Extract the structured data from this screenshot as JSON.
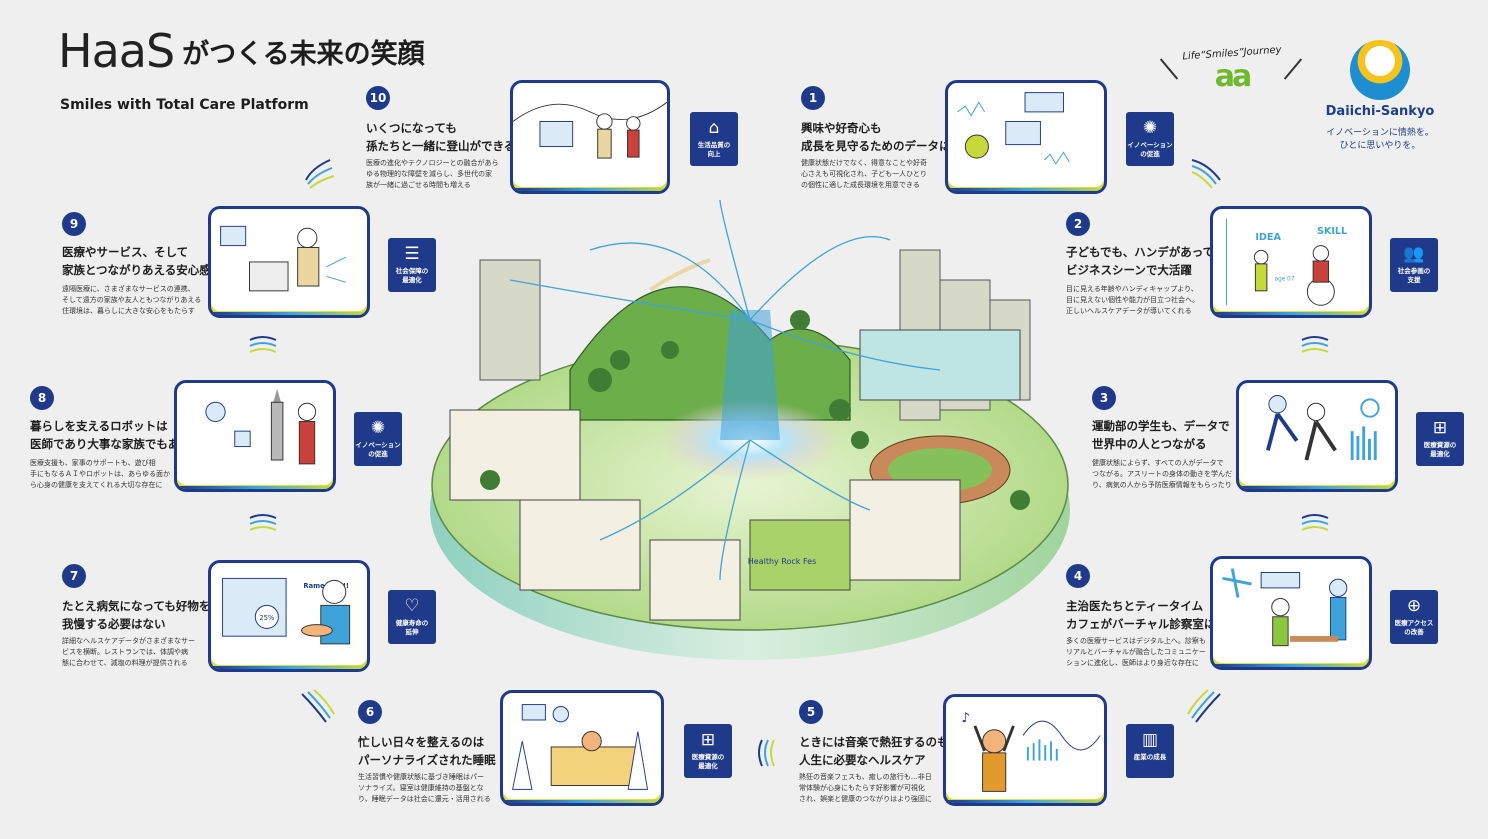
{
  "header": {
    "logo_word": "HaaS",
    "title": "がつくる未来の笑顔",
    "tagline": "Smiles with Total Care Platform"
  },
  "journey": {
    "text": "Life“Smiles”Journey",
    "mark": "aa"
  },
  "corporate": {
    "name": "Daiichi-Sankyo",
    "slogan_1": "イノベーションに情熱を。",
    "slogan_2": "ひとに思いやりを。"
  },
  "items": [
    {
      "number": "1",
      "title": "興味や好奇心も\n成長を見守るためのデータに",
      "desc": "健康状態だけでなく、得意なことや好奇\n心さえも可視化され、子ども一人ひとり\nの個性に適した成長環境を用意できる",
      "badge_label": "イノベーション\nの促進",
      "badge_icon": "lightbulb-icon"
    },
    {
      "number": "2",
      "title": "子どもでも、ハンデがあっても\nビジネスシーンで大活躍",
      "desc": "目に見える年齢やハンディキャップより、\n目に見えない個性や能力が目立つ社会へ。\n正しいヘルスケアデータが導いてくれる",
      "badge_label": "社会参画の\n支援",
      "badge_icon": "people-icon"
    },
    {
      "number": "3",
      "title": "運動部の学生も、データで\n世界中の人とつながる",
      "desc": "健康状態によらず、すべての人がデータで\nつながる。アスリートの身体の動きを学んだ\nり、病気の人から予防医療情報をもらったり",
      "badge_label": "医療資源の\n最適化",
      "badge_icon": "hierarchy-icon"
    },
    {
      "number": "4",
      "title": "主治医たちとティータイム\nカフェがバーチャル診察室に",
      "desc": "多くの医療サービスはデジタル上へ。診察も\nリアルとバーチャルが融合したコミュニケー\nションに進化し、医師はより身近な存在に",
      "badge_label": "医療アクセス\nの改善",
      "badge_icon": "medical-access-icon"
    },
    {
      "number": "5",
      "title": "ときには音楽で熱狂するのも\n人生に必要なヘルスケア",
      "desc": "熱狂の音楽フェスも、癒しの旅行も…非日\n常体験が心身にもたらす好影響が可視化\nされ、娯楽と健康のつながりはより強固に",
      "badge_label": "産業の成長",
      "badge_icon": "bar-chart-icon"
    },
    {
      "number": "6",
      "title": "忙しい日々を整えるのは\nパーソナライズされた睡眠",
      "desc": "生活習慣や健康状態に基づき睡眠はパー\nソナライズ。寝室は健康維持の基盤とな\nり、睡眠データは社会に還元・活用される",
      "badge_label": "医療資源の\n最適化",
      "badge_icon": "hierarchy-icon"
    },
    {
      "number": "7",
      "title": "たとえ病気になっても好物を\n我慢する必要はない",
      "desc": "詳細なヘルスケアデータがさまざまなサー\nビスを横断。レストランでは、体調や病\n態に合わせて、減塩の料理が提供される",
      "badge_label": "健康寿命の\n延伸",
      "badge_icon": "heart-graph-icon"
    },
    {
      "number": "8",
      "title": "暮らしを支えるロボットは\n医師であり大事な家族でもある",
      "desc": "医療支援も、家事のサポートも、遊び相\n手にもなるＡＩやロボットは、あらゆる面か\nら心身の健康を支えてくれる大切な存在に",
      "badge_label": "イノベーション\nの促進",
      "badge_icon": "lightbulb-icon"
    },
    {
      "number": "9",
      "title": "医療やサービス、そして\n家族とつながりあえる安心感",
      "desc": "遠隔医療に、さまざまなサービスの連携、\nそして遠方の家族や友人ともつながりあえる\n住環境は、暮らしに大きな安心をもたらす",
      "badge_label": "社会保障の\n最適化",
      "badge_icon": "coins-icon"
    },
    {
      "number": "10",
      "title": "いくつになっても\n孫たちと一緒に登山ができる",
      "desc": "医療の進化やテクノロジーとの融合があら\nゆる物理的な障壁を減らし、多世代の家\n族が一緒に過ごせる時間も増える",
      "badge_label": "生活品質の\n向上",
      "badge_icon": "house-growth-icon"
    }
  ],
  "illustration_labels": {
    "card2_word_1": "IDEA",
    "card2_word_2": "SKILL",
    "card2_age": "age 07",
    "card7_word": "Ramen OK!!",
    "card7_ring": "25%",
    "island_sign": "Healthy Rock Fes"
  },
  "colors": {
    "navy": "#1f3a8a",
    "sky": "#3fa3d9",
    "lime": "#c7d93a",
    "background": "#efefef"
  }
}
